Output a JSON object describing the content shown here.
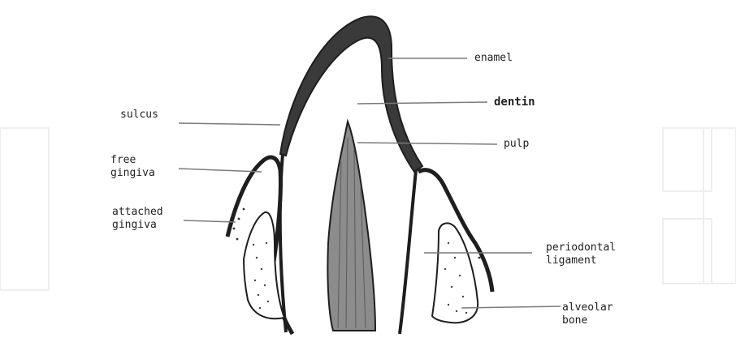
{
  "labels": {
    "enamel": "enamel",
    "dentin": "dentin",
    "pulp": "pulp",
    "sulcus": "sulcus",
    "free_gingiva": [
      "free",
      "gingiva"
    ],
    "attached_gingiva": [
      "attached",
      "gingiva"
    ],
    "periodontal_ligament": [
      "periodontal",
      "ligament"
    ],
    "alveolar_bone": [
      "alveolar",
      "bone"
    ]
  },
  "colors": {
    "ink": "#1e1e1e",
    "enamel_fill": "#3a3a3a",
    "pulp_fill": "#8c8c8c",
    "leader": "#7a7a7a",
    "watermark": "#eeeeee"
  }
}
